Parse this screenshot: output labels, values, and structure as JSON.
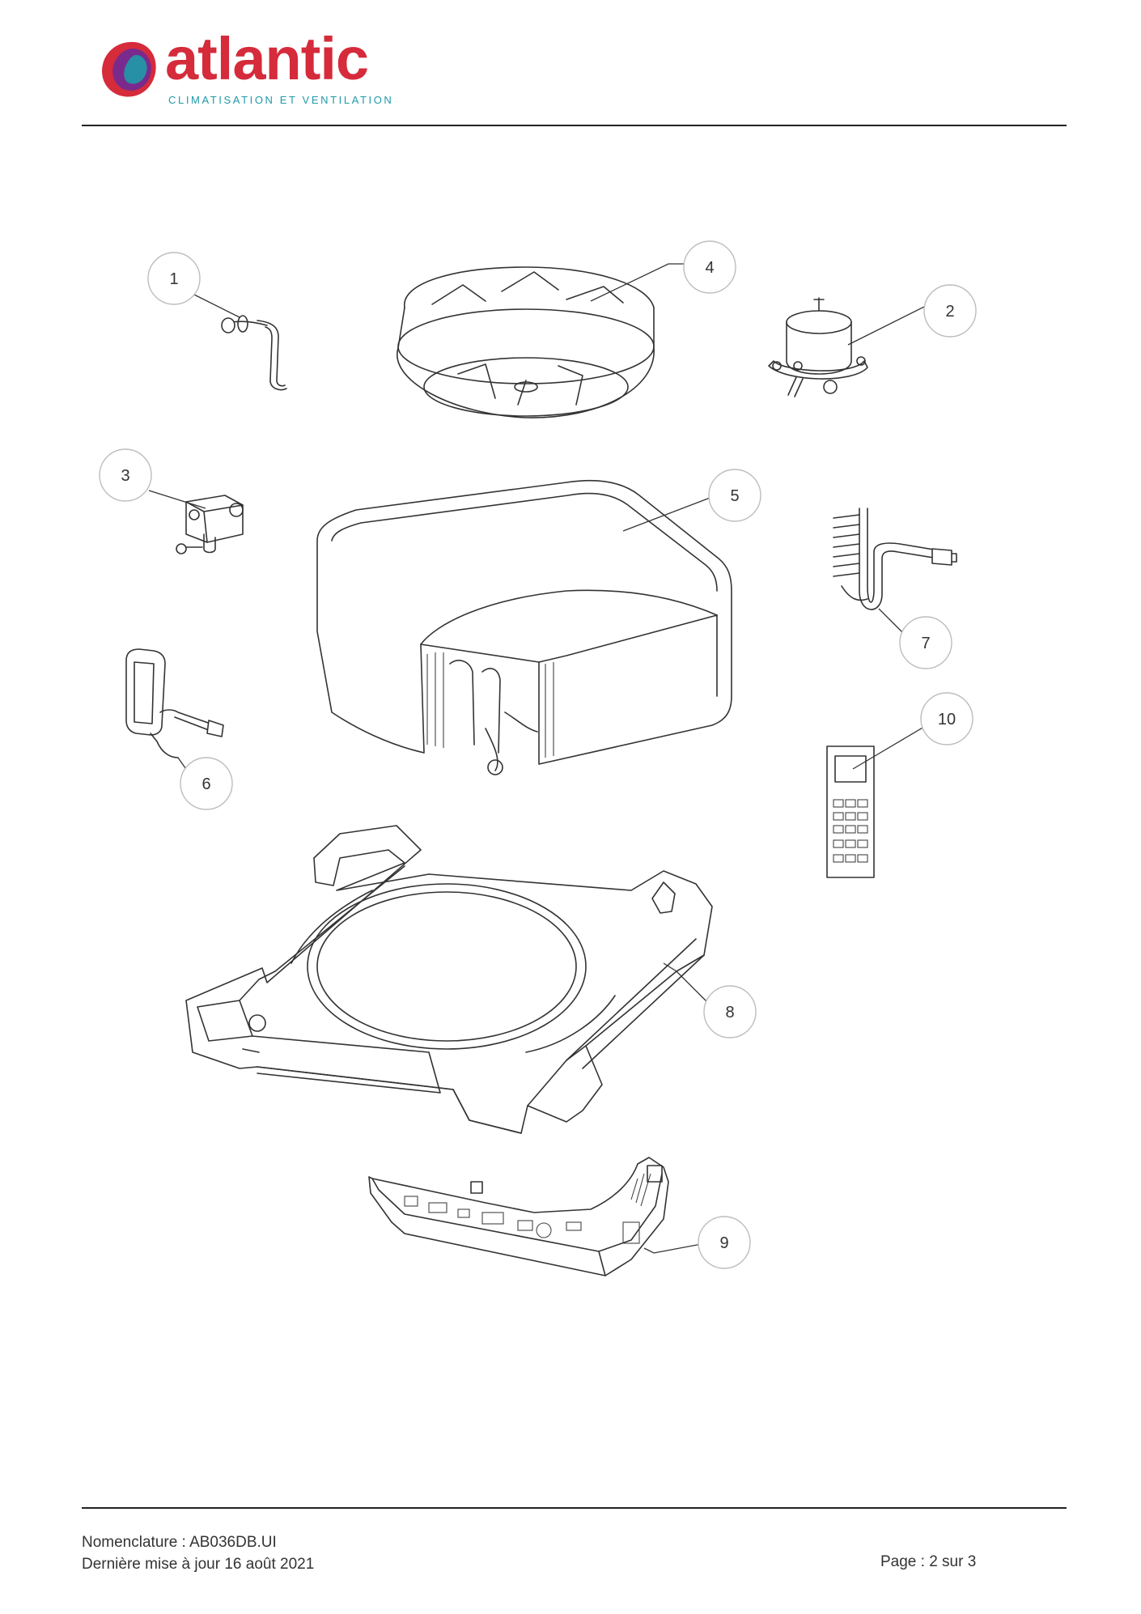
{
  "header": {
    "brand": "atlantic",
    "tagline": "CLIMATISATION ET VENTILATION",
    "brand_colors": {
      "primary": "#d52b3b",
      "secondary": "#7a2a8c",
      "accent": "#1e9aa8"
    }
  },
  "callouts": [
    {
      "label": "1",
      "part": "pipe-fitting"
    },
    {
      "label": "2",
      "part": "fan-motor"
    },
    {
      "label": "3",
      "part": "drain-pump"
    },
    {
      "label": "4",
      "part": "centrifugal-fan"
    },
    {
      "label": "5",
      "part": "evaporator-coil"
    },
    {
      "label": "6",
      "part": "sensor-assembly"
    },
    {
      "label": "7",
      "part": "distributor-pipe"
    },
    {
      "label": "8",
      "part": "drain-pan-frame"
    },
    {
      "label": "9",
      "part": "control-board"
    },
    {
      "label": "10",
      "part": "remote-control"
    }
  ],
  "footer": {
    "nomenclature": "Nomenclature : AB036DB.UI",
    "updated": "Dernière mise à jour 16 août 2021",
    "page": "Page : 2 sur 3"
  }
}
